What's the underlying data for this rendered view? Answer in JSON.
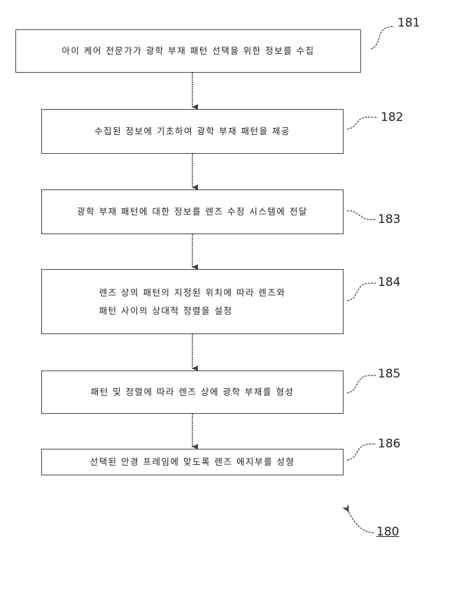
{
  "steps": [
    {
      "ref": "181",
      "text": "아이 케어 전문가가 광학 부재 패턴 선택을 위한 정보를 수집"
    },
    {
      "ref": "182",
      "text": "수집된 정보에 기초하여 광학 부재 패턴을 제공"
    },
    {
      "ref": "183",
      "text": "광학 부재 패턴에 대한 정보를 렌즈 수정 시스템에 전달"
    },
    {
      "ref": "184",
      "text": "렌즈 상의 패턴의 지정된 위치에 따라 렌즈와\n패턴 사이의 상대적 정렬을 설정"
    },
    {
      "ref": "185",
      "text": "패턴 및 정렬에 따라 렌즈 상에 광학 부재를 형성"
    },
    {
      "ref": "186",
      "text": "선택된 안경 프레임에 맞도록 렌즈 에지부를 성형"
    }
  ],
  "figure_ref": "180"
}
